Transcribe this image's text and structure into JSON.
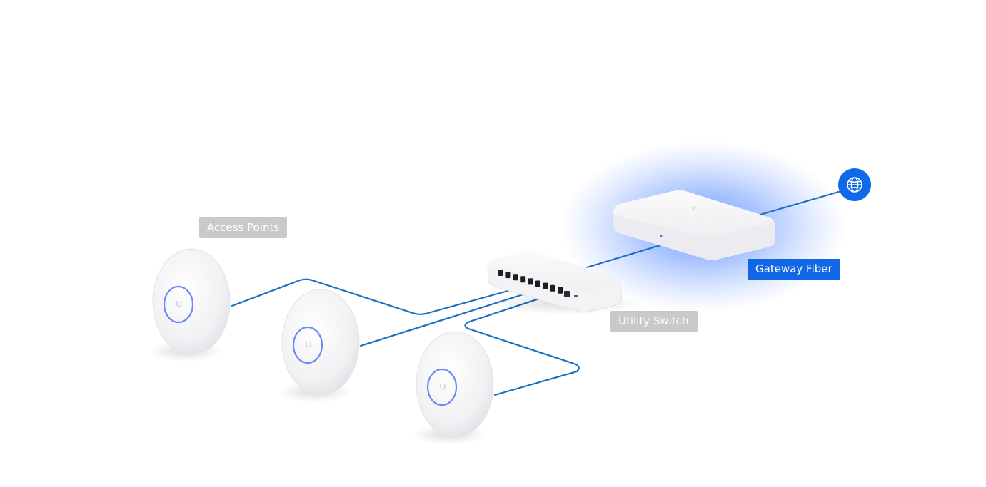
{
  "diagram": {
    "nodes": {
      "access_points": {
        "label": "Access Points",
        "count": 3
      },
      "utility_switch": {
        "label": "Utility Switch"
      },
      "gateway": {
        "label": "Gateway Fiber"
      },
      "internet": {
        "icon": "globe-icon"
      }
    },
    "edges": [
      {
        "from": "internet",
        "to": "gateway"
      },
      {
        "from": "gateway",
        "to": "utility_switch"
      },
      {
        "from": "utility_switch",
        "to": "access_point_1"
      },
      {
        "from": "utility_switch",
        "to": "access_point_2"
      },
      {
        "from": "utility_switch",
        "to": "access_point_3"
      }
    ],
    "colors": {
      "cable": "#1d6fbf",
      "accent": "#1167e6",
      "label_gray": "#c9c9c9",
      "glow": "#2f6dff",
      "device_white": "#f4f4f6"
    }
  }
}
